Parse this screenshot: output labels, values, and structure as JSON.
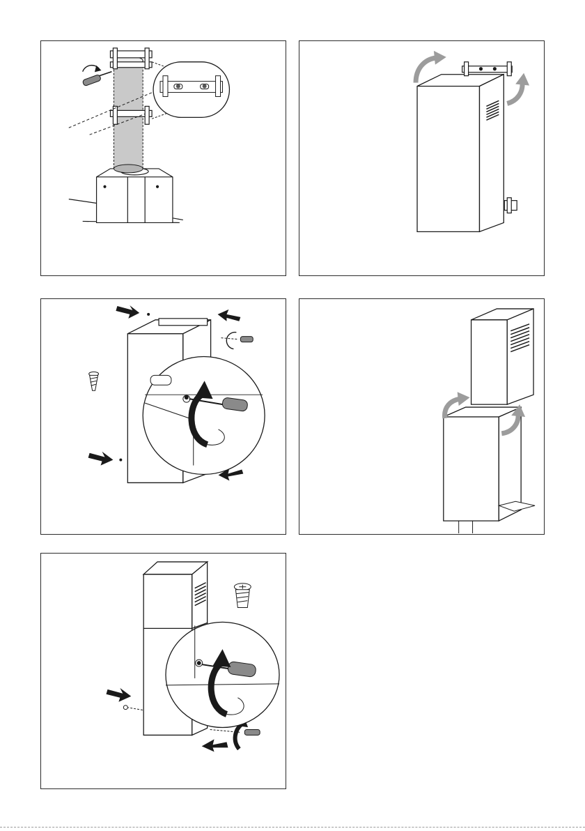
{
  "document": {
    "page_type": "assembly-illustrations",
    "panels": [
      {
        "id": "step-1",
        "content": "duct-pipe-mounting-to-wall-brackets"
      },
      {
        "id": "step-2",
        "content": "chimney-cover-fitted-over-brackets"
      },
      {
        "id": "step-3",
        "content": "chimney-cover-screw-fixing"
      },
      {
        "id": "step-4",
        "content": "upper-chimney-section-telescoping"
      },
      {
        "id": "step-5",
        "content": "upper-chimney-screw-fixing"
      }
    ]
  },
  "colors": {
    "line": "#1a1a1a",
    "duct_fill": "#c9c9c9",
    "arrow_gray": "#9c9c9c",
    "arrow_black": "#1a1a1a",
    "panel_border": "#2b2b2b"
  }
}
